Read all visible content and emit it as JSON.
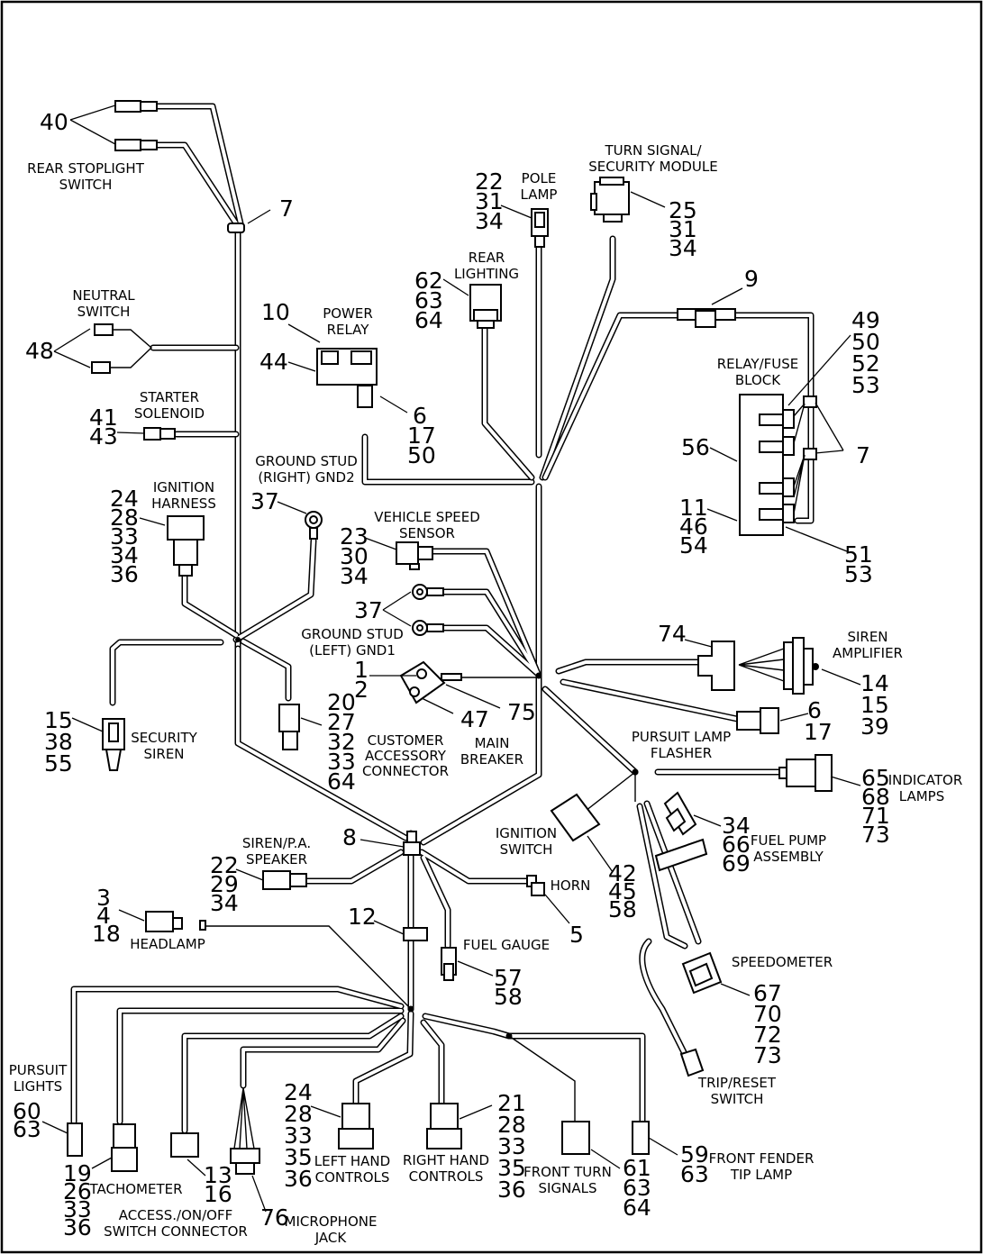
{
  "labels": {
    "rear_stoplight_switch": [
      "REAR STOPLIGHT",
      "SWITCH"
    ],
    "neutral_switch": [
      "NEUTRAL",
      "SWITCH"
    ],
    "starter_solenoid": [
      "STARTER",
      "SOLENOID"
    ],
    "power_relay": [
      "POWER",
      "RELAY"
    ],
    "ground_stud_right": [
      "GROUND STUD",
      "(RIGHT) GND2"
    ],
    "ignition_harness": [
      "IGNITION",
      "HARNESS"
    ],
    "security_siren": [
      "SECURITY",
      "SIREN"
    ],
    "vehicle_speed_sensor": [
      "VEHICLE SPEED",
      "SENSOR"
    ],
    "ground_stud_left": [
      "GROUND STUD",
      "(LEFT) GND1"
    ],
    "customer_accessory_connector": [
      "CUSTOMER",
      "ACCESSORY",
      "CONNECTOR"
    ],
    "main_breaker": [
      "MAIN",
      "BREAKER"
    ],
    "pole_lamp": [
      "POLE",
      "LAMP"
    ],
    "rear_lighting": [
      "REAR",
      "LIGHTING"
    ],
    "turn_signal_security_module": [
      "TURN SIGNAL/",
      "SECURITY MODULE"
    ],
    "relay_fuse_block": [
      "RELAY/FUSE",
      "BLOCK"
    ],
    "siren_amplifier": [
      "SIREN",
      "AMPLIFIER"
    ],
    "pursuit_lamp_flasher": [
      "PURSUIT LAMP",
      "FLASHER"
    ],
    "indicator_lamps": [
      "INDICATOR",
      "LAMPS"
    ],
    "fuel_pump_assembly": [
      "FUEL PUMP",
      "ASSEMBLY"
    ],
    "ignition_switch": [
      "IGNITION",
      "SWITCH"
    ],
    "speedometer": [
      "SPEEDOMETER"
    ],
    "trip_reset_switch": [
      "TRIP/RESET",
      "SWITCH"
    ],
    "siren_pa_speaker": [
      "SIREN/P.A.",
      "SPEAKER"
    ],
    "headlamp": [
      "HEADLAMP"
    ],
    "horn": [
      "HORN"
    ],
    "fuel_gauge": [
      "FUEL GAUGE"
    ],
    "pursuit_lights": [
      "PURSUIT",
      "LIGHTS"
    ],
    "tachometer": [
      "TACHOMETER"
    ],
    "access_switch_connector": [
      "ACCESS./ON/OFF",
      "SWITCH CONNECTOR"
    ],
    "microphone_jack": [
      "MICROPHONE",
      "JACK"
    ],
    "left_hand_controls": [
      "LEFT HAND",
      "CONTROLS"
    ],
    "right_hand_controls": [
      "RIGHT HAND",
      "CONTROLS"
    ],
    "front_turn_signals": [
      "FRONT TURN",
      "SIGNALS"
    ],
    "front_fender_tip_lamp": [
      "FRONT FENDER",
      "TIP LAMP"
    ]
  },
  "callouts": {
    "c40": [
      "40"
    ],
    "c7a": [
      "7"
    ],
    "c48": [
      "48"
    ],
    "c41": [
      "41",
      "43"
    ],
    "c10": [
      "10"
    ],
    "c44": [
      "44"
    ],
    "c6a": [
      "6",
      "17",
      "50"
    ],
    "c37a": [
      "37"
    ],
    "c24a": [
      "24",
      "28",
      "33",
      "34",
      "36"
    ],
    "c15": [
      "15",
      "38",
      "55"
    ],
    "c20": [
      "20",
      "27",
      "32",
      "33",
      "64"
    ],
    "c23": [
      "23",
      "30",
      "34"
    ],
    "c37b": [
      "37"
    ],
    "c1": [
      "1",
      "2"
    ],
    "c47": [
      "47"
    ],
    "c75": [
      "75"
    ],
    "c22a": [
      "22",
      "31",
      "34"
    ],
    "c62": [
      "62",
      "63",
      "64"
    ],
    "c25": [
      "25",
      "31",
      "34"
    ],
    "c9": [
      "9"
    ],
    "c49": [
      "49",
      "50",
      "52",
      "53"
    ],
    "c56": [
      "56"
    ],
    "c7b": [
      "7"
    ],
    "c11": [
      "11",
      "46",
      "54"
    ],
    "c51": [
      "51",
      "53"
    ],
    "c74": [
      "74"
    ],
    "c14": [
      "14",
      "15",
      "39"
    ],
    "c6b": [
      "6",
      "17"
    ],
    "c65": [
      "65",
      "68",
      "71",
      "73"
    ],
    "c34": [
      "34",
      "66",
      "69"
    ],
    "c42": [
      "42",
      "45",
      "58"
    ],
    "c67": [
      "67",
      "70",
      "72",
      "73"
    ],
    "c8": [
      "8"
    ],
    "c22b": [
      "22",
      "29",
      "34"
    ],
    "c3": [
      "3",
      "4",
      "18"
    ],
    "c12": [
      "12"
    ],
    "c5": [
      "5"
    ],
    "c57": [
      "57",
      "58"
    ],
    "c60": [
      "60",
      "63"
    ],
    "c19": [
      "19",
      "26",
      "33",
      "36"
    ],
    "c13": [
      "13",
      "16"
    ],
    "c76": [
      "76"
    ],
    "c24b": [
      "24",
      "28",
      "33",
      "35",
      "36"
    ],
    "c21": [
      "21",
      "28",
      "33",
      "35",
      "36"
    ],
    "c61": [
      "61",
      "63",
      "64"
    ],
    "c59": [
      "59",
      "63"
    ]
  }
}
